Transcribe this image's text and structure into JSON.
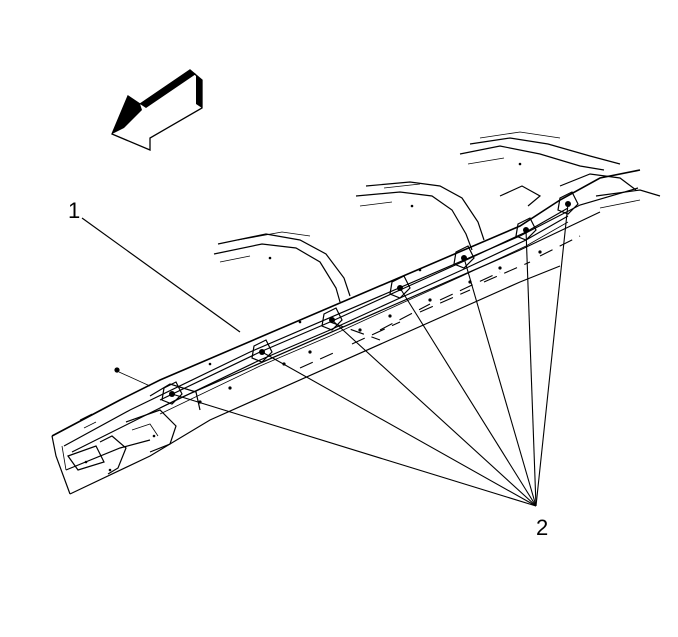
{
  "figure": {
    "callouts": [
      {
        "id": "1",
        "text": "1",
        "name": "fuel-line-assembly"
      },
      {
        "id": "2",
        "text": "2",
        "name": "fuel-line-retainer-clips"
      }
    ],
    "direction_arrow": "forward-arrow-icon",
    "line_color": "#000000",
    "background_color": "#ffffff"
  }
}
